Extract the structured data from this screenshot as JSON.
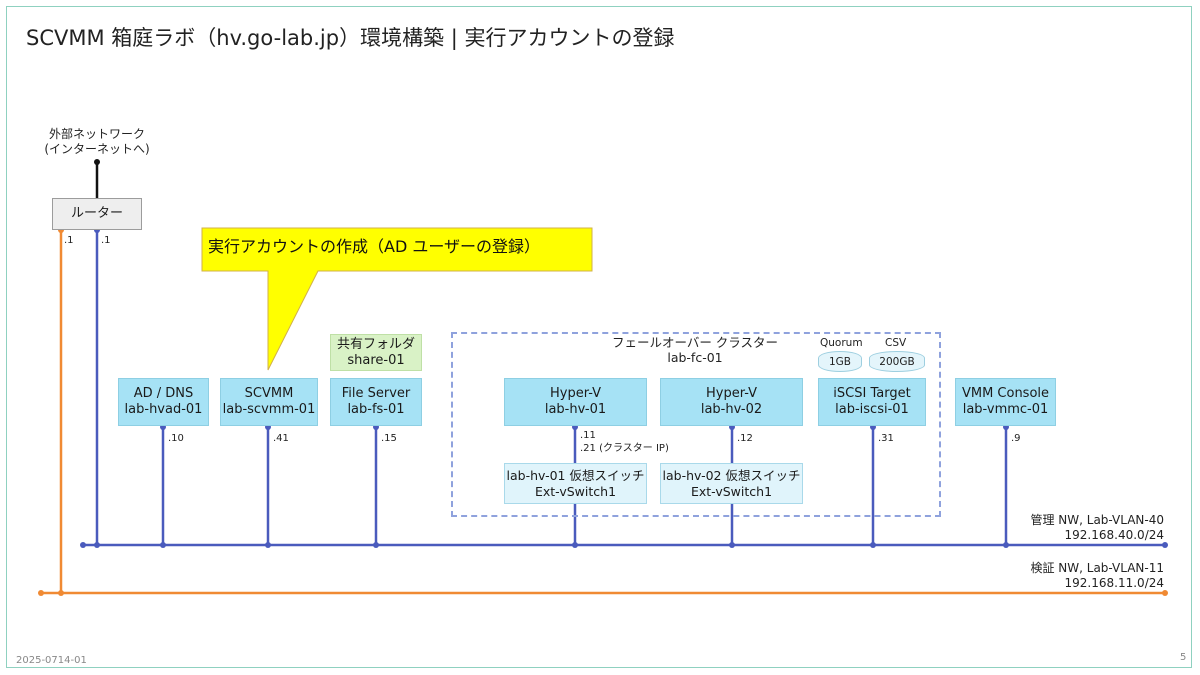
{
  "title": "SCVMM 箱庭ラボ（hv.go-lab.jp）環境構築 | 実行アカウントの登録",
  "external": {
    "line1": "外部ネットワーク",
    "line2": "(インターネットへ)"
  },
  "router": {
    "label": "ルーター",
    "ip_mgmt": ".1",
    "ip_verify": ".1"
  },
  "callout": {
    "text": "実行アカウントの作成（AD ユーザーの登録）"
  },
  "share": {
    "line1": "共有フォルダ",
    "line2": "share-01"
  },
  "cluster": {
    "line1": "フェールオーバー クラスター",
    "line2": "lab-fc-01"
  },
  "nodes": [
    {
      "line1": "AD / DNS",
      "line2": "lab-hvad-01",
      "ip": ".10"
    },
    {
      "line1": "SCVMM",
      "line2": "lab-scvmm-01",
      "ip": ".41"
    },
    {
      "line1": "File Server",
      "line2": "lab-fs-01",
      "ip": ".15"
    },
    {
      "line1": "Hyper-V",
      "line2": "lab-hv-01",
      "ip": ".11",
      "ip2": ".21 (クラスター IP)"
    },
    {
      "line1": "Hyper-V",
      "line2": "lab-hv-02",
      "ip": ".12"
    },
    {
      "line1": "iSCSI Target",
      "line2": "lab-iscsi-01",
      "ip": ".31"
    },
    {
      "line1": "VMM Console",
      "line2": "lab-vmmc-01",
      "ip": ".9"
    }
  ],
  "vswitches": [
    {
      "line1": "lab-hv-01 仮想スイッチ",
      "line2": "Ext-vSwitch1"
    },
    {
      "line1": "lab-hv-02 仮想スイッチ",
      "line2": "Ext-vSwitch1"
    }
  ],
  "disks": [
    {
      "label": "Quorum",
      "size": "1GB"
    },
    {
      "label": "CSV",
      "size": "200GB"
    }
  ],
  "networks": {
    "mgmt": {
      "line1": "管理 NW, Lab-VLAN-40",
      "line2": "192.168.40.0/24",
      "color": "#4a5bbd"
    },
    "verify": {
      "line1": "検証 NW, Lab-VLAN-11",
      "line2": "192.168.11.0/24",
      "color": "#f08a33"
    }
  },
  "footer": {
    "doc_id": "2025-0714-01",
    "page": "5"
  }
}
